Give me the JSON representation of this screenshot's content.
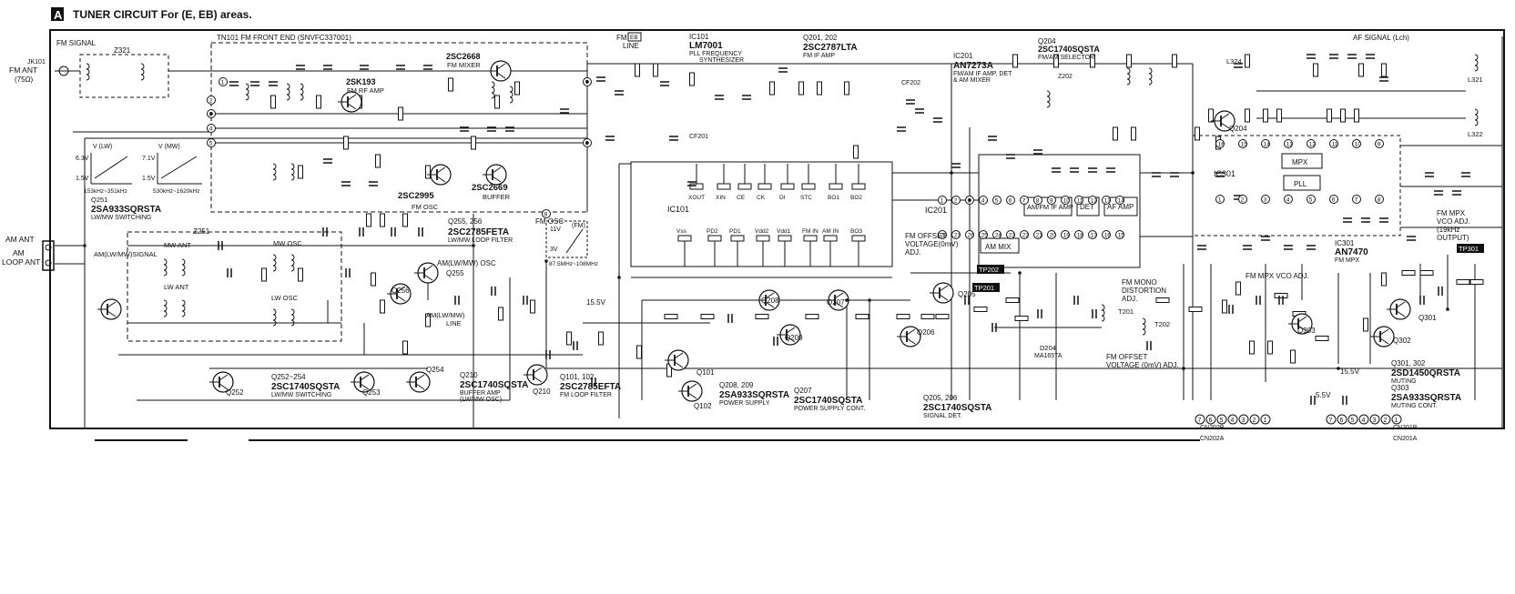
{
  "header": {
    "letter": "A",
    "title": "TUNER CIRCUIT For (E, EB) areas."
  },
  "labels": {
    "jk101": "JK101",
    "fm_signal": "FM SIGNAL",
    "fm_ant": "FM ANT",
    "fm_ant_imp": "(75Ω)",
    "am_ant": "AM ANT",
    "am_loop_ant": "LOOP ANT",
    "z321": "Z321",
    "tn101": "TN101 FM FRONT END (SNVFC337001)",
    "q2sk193": "2SK193",
    "fm_rf_amp": "FM RF AMP",
    "q2sc2668": "2SC2668",
    "fm_mixer": "FM MIXER",
    "q2sc2995": "2SC2995",
    "q2sc2669": "2SC2669",
    "buffer": "BUFFER",
    "fm_osc_box": "FM OSC",
    "fm_line": "FM",
    "fm_line2": "LINE",
    "ic101": "IC101",
    "lm7001": "LM7001",
    "pll_freq": "PLL FREQUENCY",
    "synth": "SYNTHESIZER",
    "q201_202": "Q201, 202",
    "q2sc2787": "2SC2787LTA",
    "fm_if_amp": "FM IF AMP",
    "ic201": "IC201",
    "an7273a": "AN7273A",
    "an7273a_fn1": "FM/AM IF AMP, DET",
    "an7273a_fn2": "& AM MIXER",
    "q204": "Q204",
    "q204_part": "2SC1740SQSTA",
    "q204_fn": "FM/AM SELECTOR",
    "af_signal": "AF SIGNAL (Lch)",
    "ic301": "IC301",
    "an7470": "AN7470",
    "fm_mpx": "FM MPX",
    "fm_mpx_vco": "FM MPX VCO ADJ.",
    "fm_mpx_r": "FM MPX",
    "vco_adj": "VCO ADJ.",
    "vco_freq": "(19kHz",
    "vco_out": "OUTPUT)",
    "tp301": "TP301",
    "q251": "Q251",
    "q251_part": "2SA933SQRSTA",
    "q251_fn": "LW/MW SWITCHING",
    "am_signal": "AM(LW/MW)SIGNAL",
    "z251": "Z251",
    "mw_ant": "MW ANT",
    "lw_ant": "LW ANT",
    "mw_osc": "MW OSC",
    "lw_osc": "LW OSC",
    "q255_256": "Q255, 256",
    "q2sc2785": "2SC2785FETA",
    "lw_mw_loop": "LW/MW LOOP FILTER",
    "am_osc": "AM(LW/MW) OSC",
    "fm_osc_lbl": "FM OSC",
    "fm_range": "87.5MHz~108MHz",
    "am_mw_line": "AM(LW/MW)",
    "am_line": "LINE",
    "q255": "Q255",
    "q256": "Q256",
    "q252": "Q252",
    "q253": "Q253",
    "q254": "Q254",
    "q252_254": "Q252~254",
    "q252_part": "2SC1740SQSTA",
    "q252_fn": "LW/MW SWITCHING",
    "q210": "Q210",
    "q210_part": "2SC1740SQSTA",
    "q210_fn1": "BUFFER AMP",
    "q210_fn2": "(LW/MW OSC)",
    "q101_102": "Q101, 102",
    "q101_part": "2SC2785EFTA",
    "q101_fn": "FM LOOP FILTER",
    "q101": "Q101",
    "q102": "Q102",
    "q208_209": "Q208, 209",
    "q208_part": "2SA933SQRSTA",
    "q208_fn": "POWER SUPPLY",
    "q207": "Q207",
    "q207_part": "2SC1740SQSTA",
    "q207_fn": "POWER SUPPLY CONT.",
    "q205_206": "Q205, 206",
    "q205_part": "2SC1740SQSTA",
    "q205_fn": "SIGNAL DET.",
    "q205": "Q205",
    "q206": "Q206",
    "q208": "Q208",
    "q209": "Q209",
    "fm_offset": "FM OFFSET",
    "fm_offset2": "VOLTAGE(0mV)",
    "fm_offset3": "ADJ.",
    "tp202": "TP202",
    "tp201": "TP201",
    "fm_mono": "FM MONO",
    "distortion": "DISTORTION",
    "adj": "ADJ.",
    "fm_offset_b": "FM OFFSET",
    "fm_offset_b2": "VOLTAGE (0mV) ADJ.",
    "t201": "T201",
    "t202": "T202",
    "d204": "D204",
    "ma165ta": "MA165TA",
    "q301_302": "Q301, 302",
    "q301_part": "2SD1450QRSTA",
    "muting": "MUTING",
    "q303": "Q303",
    "q303_part": "2SA933SQRSTA",
    "muting_cont": "MUTING CONT.",
    "q301": "Q301",
    "q302": "Q302",
    "q303b": "Q303",
    "cn201b": "CN201B",
    "cn201a": "CN201A",
    "cn202b": "CN202B",
    "cn202a": "CN202A",
    "l324": "L324",
    "l321": "L321",
    "l322": "L322",
    "v15_5": "15.5V",
    "v5_5": "5.5V",
    "v15_5b": "15.5V",
    "am_mix": "AM MIX",
    "am_fm_if": "AM/FM IF AMP",
    "det": "DET",
    "af_amp": "AF AMP",
    "mpx": "MPX",
    "pll": "PLL",
    "cf201": "CF201",
    "cf202": "CF202",
    "z202": "Z202",
    "lw_graph_v": "V (LW)",
    "lw_graph_hi": "6.3V",
    "lw_graph_lo": "1.5V",
    "lw_graph_f": "153kHz~351kHz",
    "mw_graph_v": "V (MW)",
    "mw_graph_hi": "7.1V",
    "mw_graph_lo": "1.5V",
    "mw_graph_f": "530kHz~1620kHz",
    "fm_graph_v": "(FM)",
    "fm_graph_hi": "11V",
    "fm_graph_lo": "3V"
  },
  "pins_ic101": [
    "XOUT",
    "XIN",
    "CE",
    "CK",
    "DI",
    "STC",
    "BO1",
    "BO2",
    "Vss",
    "PD2",
    "PD1",
    "Vdd2",
    "Vdd1",
    "FM IN",
    "AM IN",
    "BO3"
  ],
  "colors": {
    "ink": "#111111",
    "paper": "#ffffff"
  }
}
